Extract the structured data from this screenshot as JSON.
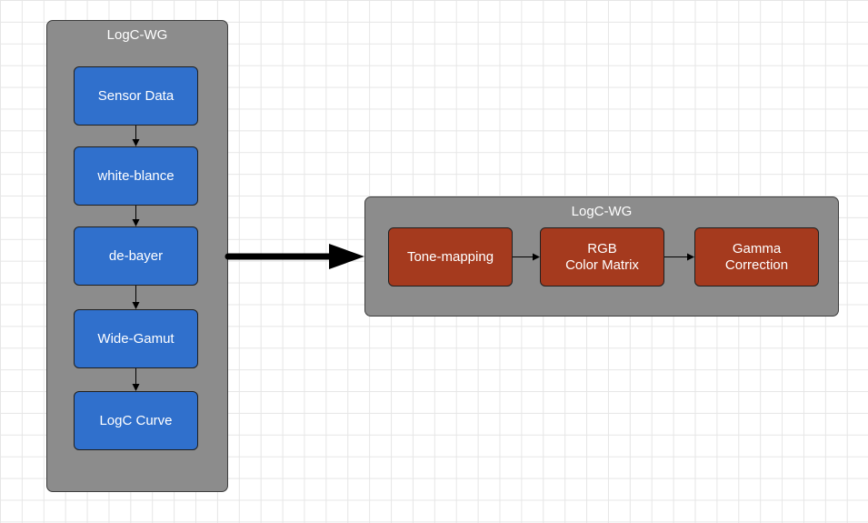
{
  "containers": {
    "left": {
      "title": "LogC-WG"
    },
    "right": {
      "title": "LogC-WG"
    }
  },
  "pipeline": [
    {
      "label": "Sensor Data"
    },
    {
      "label": "white-blance"
    },
    {
      "label": "de-bayer"
    },
    {
      "label": "Wide-Gamut"
    },
    {
      "label": "LogC Curve"
    }
  ],
  "rendering": [
    {
      "label": "Tone-mapping"
    },
    {
      "label": "RGB\nColor Matrix"
    },
    {
      "label": "Gamma\nCorrection"
    }
  ],
  "colors": {
    "node_blue": "#3070cc",
    "node_red": "#a53a1e",
    "container_gray": "#8c8c8c",
    "arrow": "#000000"
  }
}
